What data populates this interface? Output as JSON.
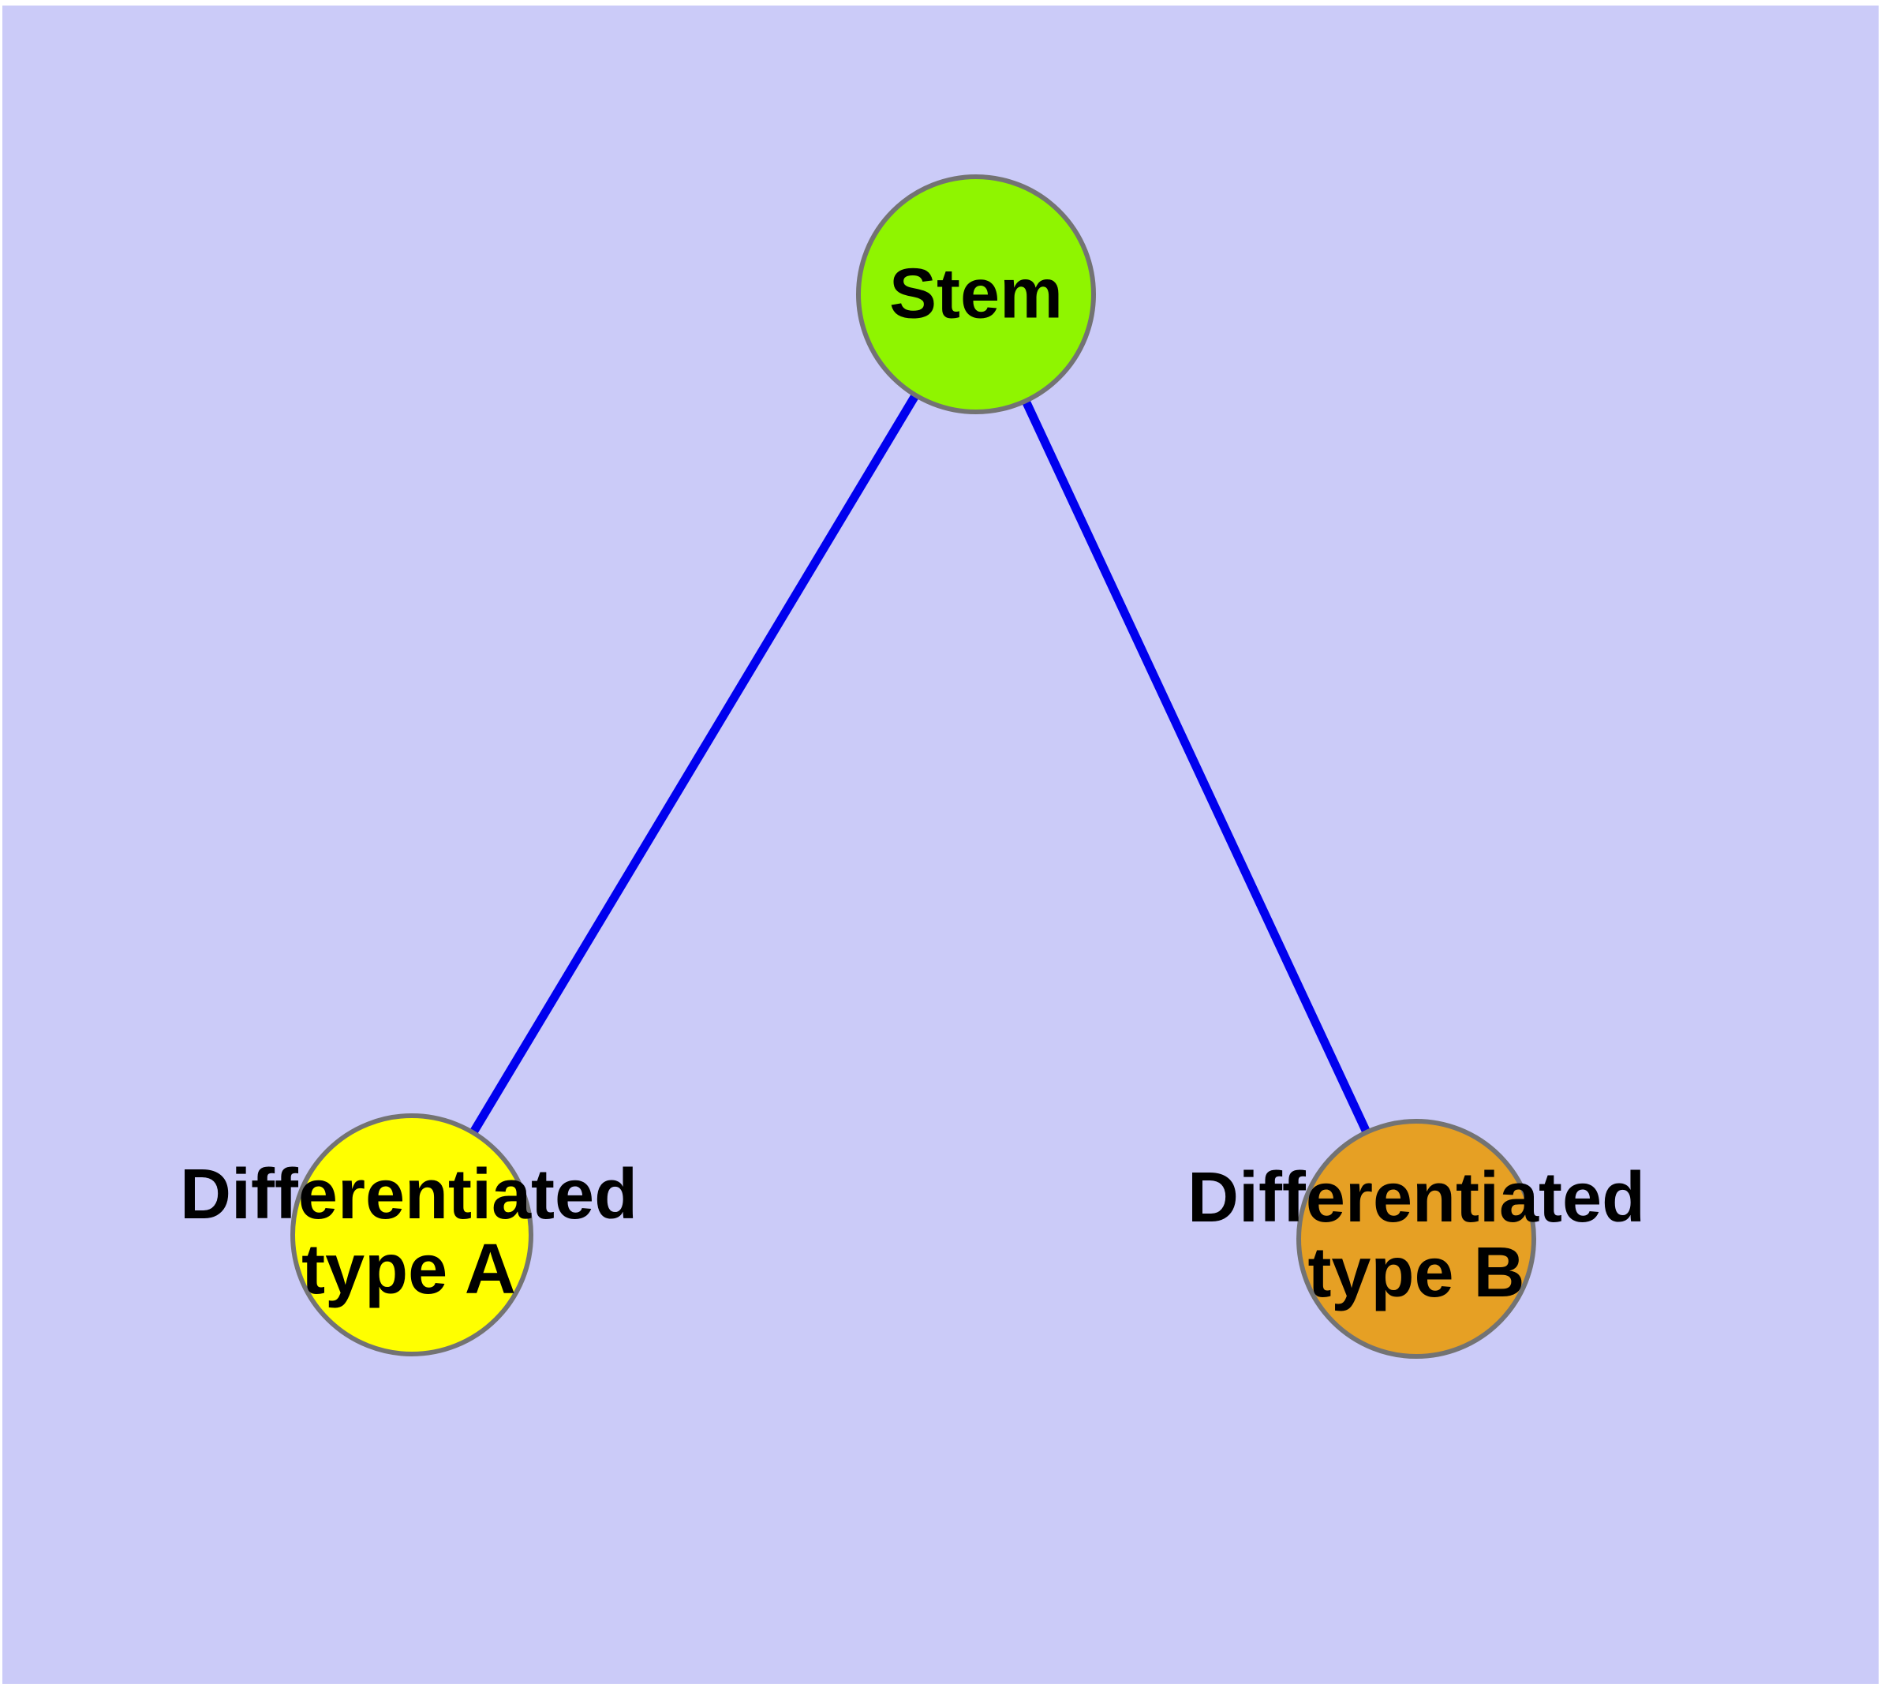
{
  "diagram": {
    "canvas_color": "#CBCBF8",
    "page_margin_color": "#FFFFFF",
    "edge_color": "#0000EE",
    "node_border_color": "#737373",
    "text_color": "#000000",
    "nodes": {
      "stem": {
        "label": "Stem",
        "color": "#8FF500"
      },
      "type_a": {
        "label_line1": "Differentiated",
        "label_line2": "type A",
        "color": "#FFFF00"
      },
      "type_b": {
        "label_line1": "Differentiated",
        "label_line2": "type B",
        "color": "#E6A024"
      }
    },
    "edges": [
      {
        "from": "Stem",
        "to": "Differentiated type A"
      },
      {
        "from": "Stem",
        "to": "Differentiated type B"
      }
    ]
  }
}
